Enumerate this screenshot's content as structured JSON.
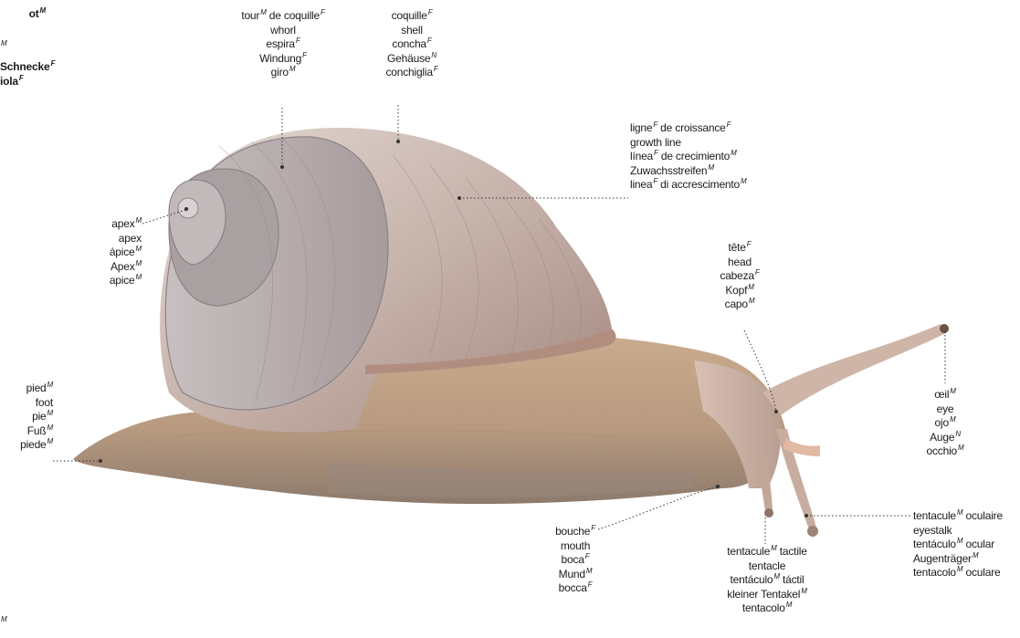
{
  "title_block": [
    {
      "text": "ot",
      "g": "M"
    },
    {
      "text": "",
      "g": "M"
    },
    {
      "text": "Schnecke",
      "g": "F"
    },
    {
      "text": "iola",
      "g": "F"
    }
  ],
  "corner_mark": {
    "text": "",
    "g": "M"
  },
  "labels": {
    "whorl": [
      {
        "text": "tour",
        "g": "M",
        "rest": " de coquille",
        "g2": "F"
      },
      {
        "text": "whorl"
      },
      {
        "text": "espira",
        "g": "F"
      },
      {
        "text": "Windung",
        "g": "F"
      },
      {
        "text": "giro",
        "g": "M"
      }
    ],
    "shell": [
      {
        "text": "coquille",
        "g": "F"
      },
      {
        "text": "shell"
      },
      {
        "text": "concha",
        "g": "F"
      },
      {
        "text": "Gehäuse",
        "g": "N"
      },
      {
        "text": "conchiglia",
        "g": "F"
      }
    ],
    "growth_line": [
      {
        "text": "ligne",
        "g": "F",
        "rest": " de croissance",
        "g2": "F"
      },
      {
        "text": "growth line"
      },
      {
        "text": "línea",
        "g": "F",
        "rest": " de crecimiento",
        "g2": "M"
      },
      {
        "text": "Zuwachsstreifen",
        "g": "M"
      },
      {
        "text": "linea",
        "g": "F",
        "rest": " di accrescimento",
        "g2": "M"
      }
    ],
    "apex": [
      {
        "text": "apex",
        "g": "M"
      },
      {
        "text": "apex"
      },
      {
        "text": "ápice",
        "g": "M"
      },
      {
        "text": "Apex",
        "g": "M"
      },
      {
        "text": "apice",
        "g": "M"
      }
    ],
    "head": [
      {
        "text": "tête",
        "g": "F"
      },
      {
        "text": "head"
      },
      {
        "text": "cabeza",
        "g": "F"
      },
      {
        "text": "Kopf",
        "g": "M"
      },
      {
        "text": "capo",
        "g": "M"
      }
    ],
    "foot": [
      {
        "text": "pied",
        "g": "M"
      },
      {
        "text": "foot"
      },
      {
        "text": "pie",
        "g": "M"
      },
      {
        "text": "Fuß",
        "g": "M"
      },
      {
        "text": "piede",
        "g": "M"
      }
    ],
    "eye": [
      {
        "text": "œil",
        "g": "M"
      },
      {
        "text": "eye"
      },
      {
        "text": "ojo",
        "g": "M"
      },
      {
        "text": "Auge",
        "g": "N"
      },
      {
        "text": "occhio",
        "g": "M"
      }
    ],
    "eyestalk": [
      {
        "text": "tentacule",
        "g": "M",
        "rest": " oculaire"
      },
      {
        "text": "eyestalk"
      },
      {
        "text": "tentáculo",
        "g": "M",
        "rest": " ocular"
      },
      {
        "text": "Augenträger",
        "g": "M"
      },
      {
        "text": "tentacolo",
        "g": "M",
        "rest": " oculare"
      }
    ],
    "mouth": [
      {
        "text": "bouche",
        "g": "F"
      },
      {
        "text": "mouth"
      },
      {
        "text": "boca",
        "g": "F"
      },
      {
        "text": "Mund",
        "g": "M"
      },
      {
        "text": "bocca",
        "g": "F"
      }
    ],
    "tentacle": [
      {
        "text": "tentacule",
        "g": "M",
        "rest": " tactile"
      },
      {
        "text": "tentacle"
      },
      {
        "text": "tentáculo",
        "g": "M",
        "rest": " táctil"
      },
      {
        "text": "kleiner Tentakel",
        "g": "M"
      },
      {
        "text": "tentacolo",
        "g": "M"
      }
    ]
  },
  "colors": {
    "shell": "#c9b7ae",
    "shell_dark": "#8e7f7d",
    "body": "#c3a58a",
    "body_dark": "#8a7564"
  }
}
